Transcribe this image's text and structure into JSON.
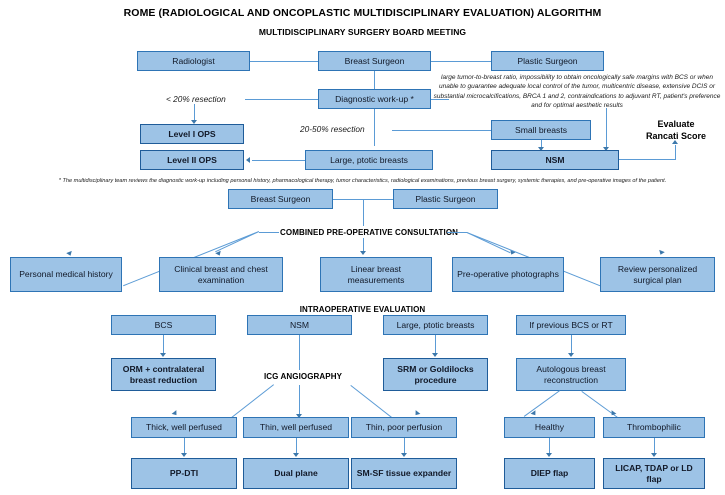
{
  "titles": {
    "main": "ROME (RADIOLOGICAL AND ONCOPLASTIC MULTIDISCIPLINARY EVALUATION) ALGORITHM",
    "sub": "MULTIDISCIPLINARY SURGERY BOARD MEETING",
    "preop": "COMBINED PRE-OPERATIVE CONSULTATION",
    "intraop": "INTRAOPERATIVE EVALUATION",
    "icg": "ICG ANGIOGRAPHY"
  },
  "board": {
    "radiologist": "Radiologist",
    "breast_surgeon": "Breast Surgeon",
    "plastic_surgeon": "Plastic Surgeon",
    "diagnostic_workup": "Diagnostic work-up *"
  },
  "labels": {
    "resection_lt20": "< 20% resection",
    "resection_20_50": "20-50% resection"
  },
  "decisions": {
    "level_i_ops": "Level I OPS",
    "level_ii_ops": "Level II OPS",
    "large_ptotic_breasts": "Large, ptotic breasts",
    "small_breasts": "Small breasts",
    "nsm": "NSM"
  },
  "sidenote": {
    "line1": "Evaluate",
    "line2": "Rancati Score"
  },
  "notes": {
    "mastectomy_indications": "large tumor-to-breast ratio, impossibility to obtain oncologically safe margins with BCS or when unable to guarantee adequate local control of the tumor, multicentric disease, extensive DCIS or substantial microcalcifications, BRCA 1 and 2, contraindications to adjuvant RT, patient's preference and for optimal aesthetic results",
    "footnote": "* The multidisciplinary team reviews the diagnostic work-up including personal history, pharmacological therapy, tumor characteristics, radiological examinations, previous breast surgery, systemic therapies, and pre-operative images of the patient."
  },
  "consult": {
    "breast_surgeon": "Breast Surgeon",
    "plastic_surgeon": "Plastic Surgeon",
    "items": [
      "Personal medical history",
      "Clinical breast and chest examination",
      "Linear breast measurements",
      "Pre-operative photographs",
      "Review personalized surgical plan"
    ]
  },
  "intraop": {
    "branch_bcs": "BCS",
    "branch_nsm": "NSM",
    "branch_large_ptotic": "Large, ptotic breasts",
    "branch_previous": "If previous BCS or RT",
    "orm": "ORM + contralateral breast reduction",
    "srm": "SRM or Goldilocks procedure",
    "autologous": "Autologous breast reconstruction"
  },
  "perfusion": {
    "thick_well": "Thick, well perfused",
    "thin_well": "Thin, well perfused",
    "thin_poor": "Thin, poor perfusion",
    "pp_dti": "PP-DTI",
    "dual_plane": "Dual plane",
    "sm_sf": "SM-SF tissue expander"
  },
  "autologous": {
    "healthy": "Healthy",
    "thrombophilic": "Thrombophilic",
    "diep": "DIEP flap",
    "licap": "LICAP, TDAP or LD flap"
  },
  "colors": {
    "box_fill": "#9DC3E6",
    "box_border": "#2E74B5",
    "connector": "#5B9BD5",
    "arrow": "#3C78AB"
  }
}
